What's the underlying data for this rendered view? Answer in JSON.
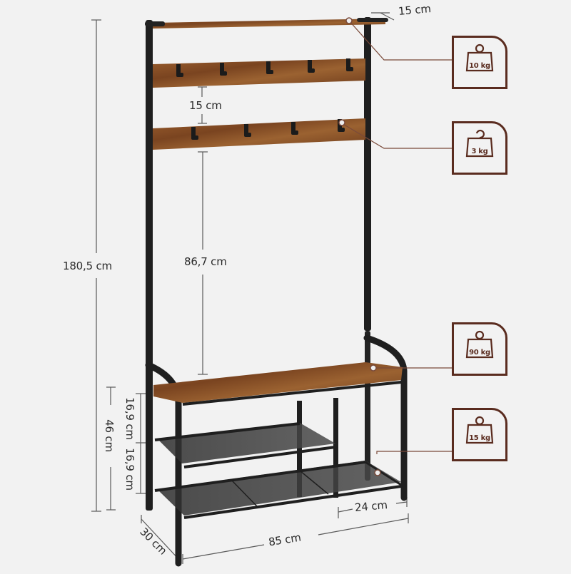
{
  "product": "Hall tree coat rack with shoe bench — dimension diagram",
  "dimensions": {
    "total_height": "180,5 cm",
    "top_shelf_depth": "15 cm",
    "hook_bar_gap": "15 cm",
    "hook_to_bench": "86,7 cm",
    "bench_height": "46 cm",
    "shelf_gap_upper": "16,9 cm",
    "shelf_gap_lower": "16,9 cm",
    "depth": "30 cm",
    "width": "85 cm",
    "bottom_shelf_depth": "24 cm"
  },
  "load_badges": [
    {
      "label": "10 kg",
      "icon": "weight-icon",
      "target": "top-shelf"
    },
    {
      "label": "3 kg",
      "icon": "hook-weight-icon",
      "target": "hook"
    },
    {
      "label": "90 kg",
      "icon": "weight-icon",
      "target": "bench-seat"
    },
    {
      "label": "15 kg",
      "icon": "weight-icon",
      "target": "bottom-shelf"
    }
  ],
  "colors": {
    "background": "#f2f2f2",
    "accent_brown": "#5a2c1f",
    "frame": "#1f1f1f",
    "wood": "#8a5228",
    "dimension_line": "#555555"
  }
}
